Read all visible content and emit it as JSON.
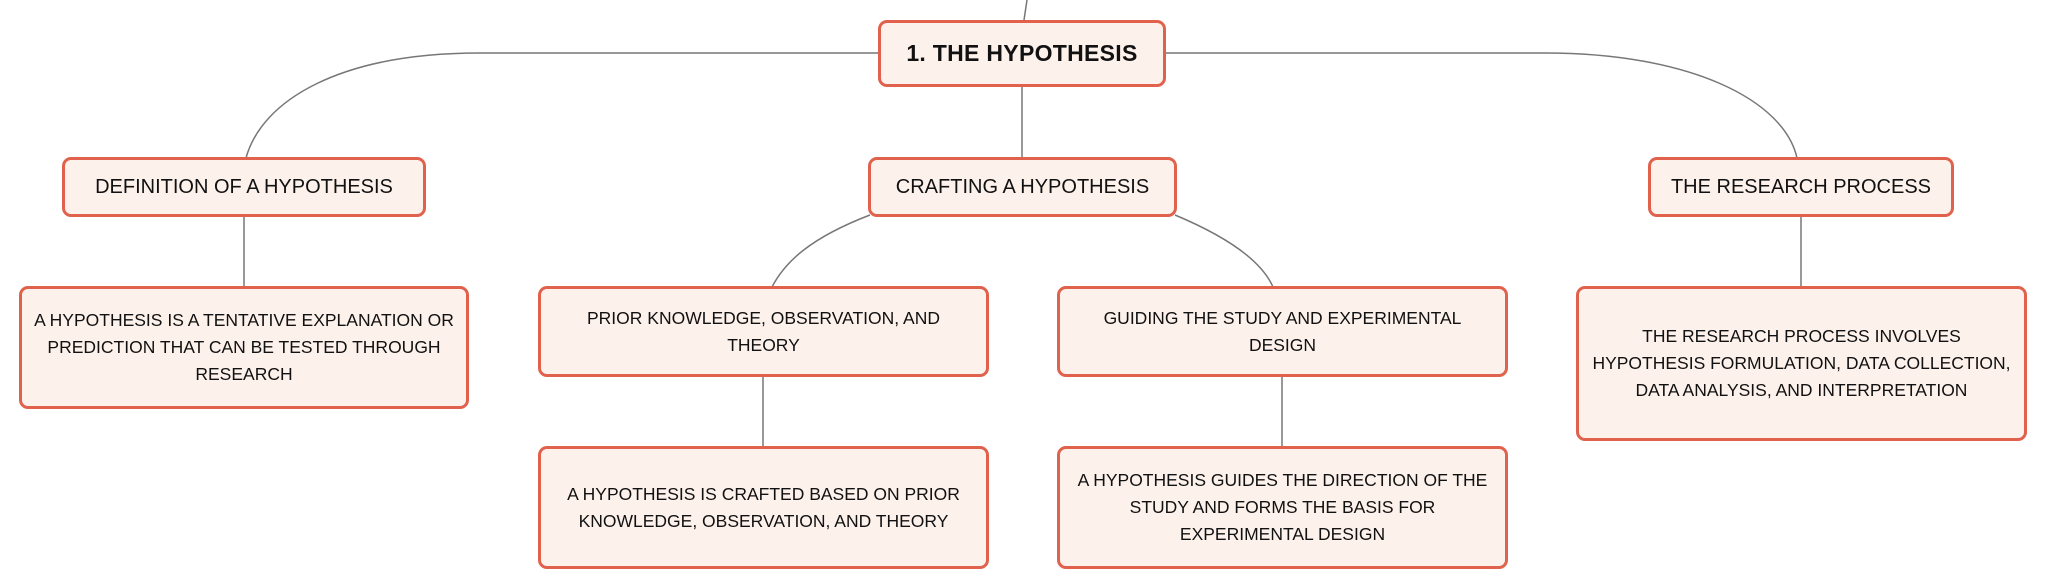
{
  "diagram": {
    "root": {
      "label": "1. THE HYPOTHESIS"
    },
    "branches": [
      {
        "label": "DEFINITION OF A HYPOTHESIS",
        "children": [
          {
            "label": "A HYPOTHESIS IS A TENTATIVE EXPLANATION OR PREDICTION THAT CAN BE TESTED THROUGH RESEARCH"
          }
        ]
      },
      {
        "label": "CRAFTING A HYPOTHESIS",
        "children": [
          {
            "label": "PRIOR KNOWLEDGE, OBSERVATION, AND THEORY",
            "children": [
              {
                "label": "A HYPOTHESIS IS CRAFTED BASED ON PRIOR KNOWLEDGE, OBSERVATION, AND THEORY"
              }
            ]
          },
          {
            "label": "GUIDING THE STUDY AND EXPERIMENTAL DESIGN",
            "children": [
              {
                "label": "A HYPOTHESIS GUIDES THE DIRECTION OF THE STUDY AND FORMS THE BASIS FOR EXPERIMENTAL DESIGN"
              }
            ]
          }
        ]
      },
      {
        "label": "THE RESEARCH PROCESS",
        "children": [
          {
            "label": "THE RESEARCH PROCESS INVOLVES HYPOTHESIS FORMULATION, DATA COLLECTION, DATA ANALYSIS, AND INTERPRETATION"
          }
        ]
      }
    ],
    "colors": {
      "node_fill": "#fdf1ec",
      "node_border": "#e0624d",
      "connector": "#777777",
      "text": "#111111"
    }
  }
}
